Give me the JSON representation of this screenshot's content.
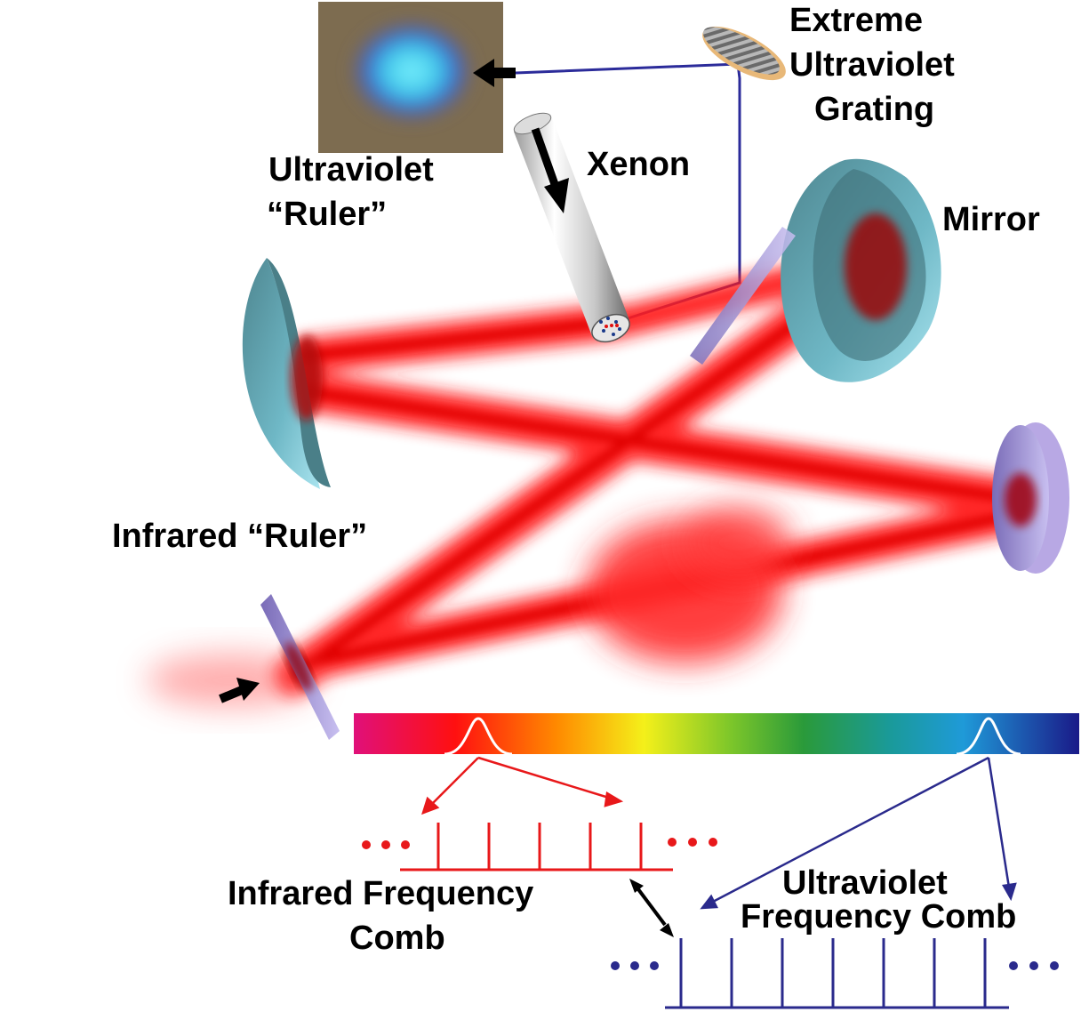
{
  "labels": {
    "grating_line1": "Extreme",
    "grating_line2": "Ultraviolet",
    "grating_line3": "Grating",
    "xenon": "Xenon",
    "uv_ruler_line1": "Ultraviolet",
    "uv_ruler_line2": "“Ruler”",
    "mirror": "Mirror",
    "ir_ruler": "Infrared “Ruler”",
    "ir_comb_line1": "Infrared Frequency",
    "ir_comb_line2": "Comb",
    "uv_comb_line1": "Ultraviolet",
    "uv_comb_line2": "Frequency Comb"
  },
  "colors": {
    "laser_red": "#ff0000",
    "ir_comb": "#e8181a",
    "uv_comb": "#2a2a8c",
    "uv_beam": "#2b2b9a",
    "optic_cyan": "#7fcfe0",
    "optic_violet": "#a99cd6",
    "uv_spot_bg": "#7a6a4e",
    "uv_spot": "#4fd7f0",
    "spectrum": [
      "#e0107a",
      "#ff1010",
      "#ff8a00",
      "#f4f01a",
      "#3fb030",
      "#1a9a9a",
      "#1f9ad8",
      "#1a1a88"
    ]
  },
  "icons": {
    "ir_dots_left": "ellipsis",
    "ir_dots_right": "ellipsis",
    "uv_dots_left": "ellipsis",
    "uv_dots_right": "ellipsis"
  }
}
